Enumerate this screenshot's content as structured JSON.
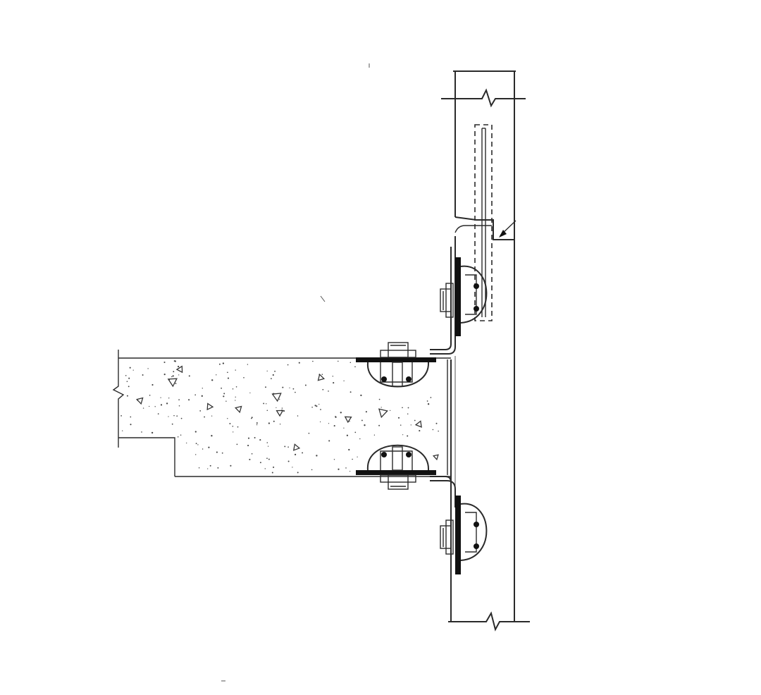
{
  "drawing": {
    "colors": {
      "line": "#2a2a2a",
      "plate": "#111111",
      "background": "#ffffff"
    },
    "components": [
      "precast-wall-panel-upper",
      "precast-wall-panel-lower",
      "concrete-slab",
      "angle-connector-upper",
      "angle-connector-lower",
      "embedded-plate",
      "bolt-assembly",
      "anchor-rebar-loop",
      "joint-sealant-arrow"
    ]
  }
}
